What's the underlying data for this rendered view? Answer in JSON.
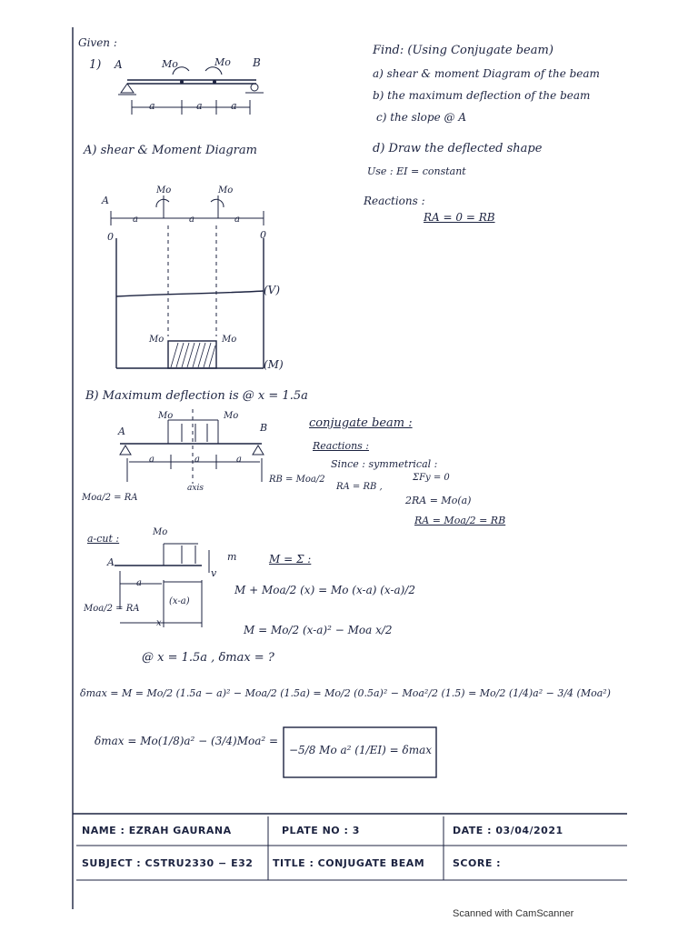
{
  "given": {
    "label": "Given :",
    "item": "1)",
    "pt_a": "A",
    "pt_b": "B",
    "mo": "Mo",
    "seg": "a"
  },
  "find": {
    "title": "Find:  (Using Conjugate beam)",
    "items": [
      "a) shear & moment Diagram of the beam",
      "b) the maximum deflection of the beam",
      "c) the  slope @ A",
      "d) Draw the deflected shape"
    ],
    "use": "Use :   EI = constant"
  },
  "reactions": {
    "label": "Reactions :",
    "eq": "RA = 0 = RB"
  },
  "section_a": {
    "title": "A) shear  &  Moment   Diagram",
    "zero": "0",
    "v_label": "(V)",
    "m_label": "(M)"
  },
  "section_b": {
    "title": "B)  Maximum  deflection  is @ x = 1.5a",
    "conj": "conjugate  beam :",
    "reactions": "Reactions :",
    "since": "Since :  symmetrical :",
    "sum": "ΣFy = 0",
    "eq1": "2RA =  Mo(a)",
    "eq2": "RA = Moa/2 = RB",
    "rb": "RB = Moa/2",
    "ra_eq": "RA = RB ,",
    "ra_left": "Moa/2 = RA",
    "axis": "axis"
  },
  "cut": {
    "label": "a-cut :",
    "m": "m",
    "v": "v",
    "xa": "(x-a)",
    "x": "x",
    "ms": "M = Σ :",
    "eq1": "M + Moa/2 (x)  =  Mo (x-a) (x-a)/2",
    "eq2": "M =  Mo/2 (x-a)²  −  Moa x/2",
    "at": "@ x = 1.5a  ,  δmax = ?"
  },
  "delta": {
    "line1": "δmax = M = Mo/2 (1.5a − a)² − Moa/2 (1.5a) = Mo/2 (0.5a)² − Moa²/2 (1.5) = Mo/2 (1/4)a² − 3/4 (Moa²)",
    "line2": "δmax =  Mo(1/8)a² − (3/4)Moa²  =",
    "boxed": "−5/8 Mo a² (1/EI) = δmax"
  },
  "footer": {
    "name": "NAME : EZRAH    GAURANA",
    "plate": "PLATE   NO :  3",
    "date": "DATE :   03/04/2021",
    "subject": "SUBJECT :  CSTRU2330 − E32",
    "title": "TITLE :  CONJUGATE  BEAM",
    "score": "SCORE :"
  },
  "scanner": "Scanned with CamScanner"
}
